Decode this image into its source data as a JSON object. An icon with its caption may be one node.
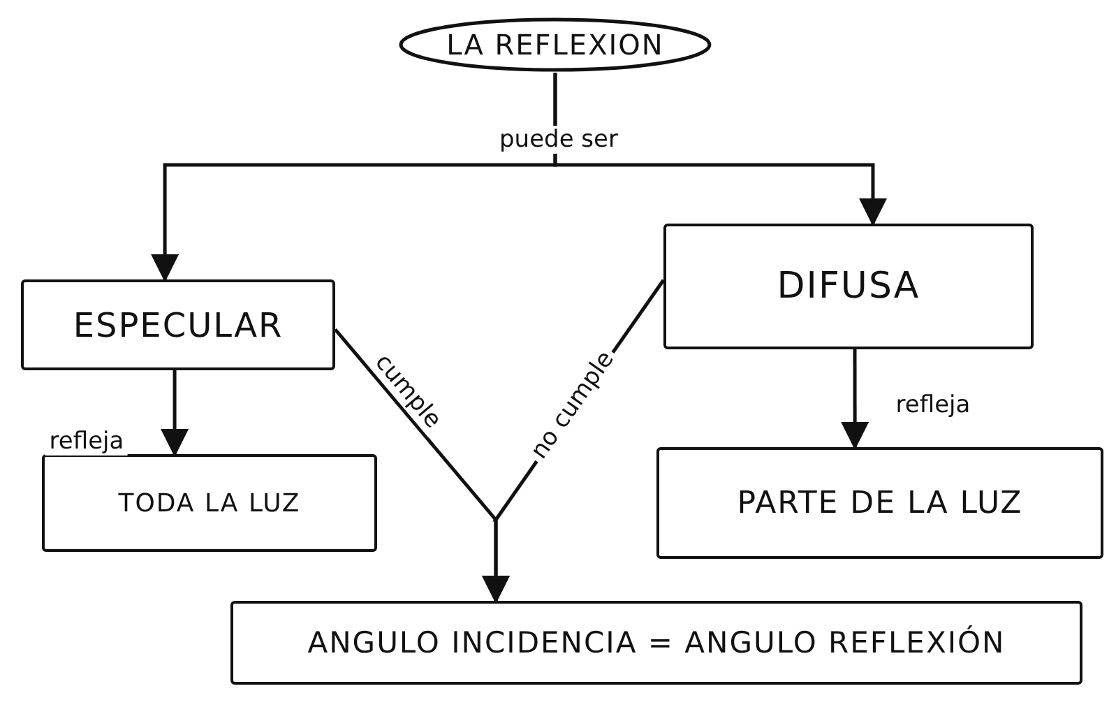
{
  "diagram": {
    "nodes": [
      {
        "text": [
          "LA REFLEXION"
        ]
      },
      {
        "text": [
          "ESPECULAR"
        ]
      },
      {
        "text": [
          "DIFUSA"
        ]
      },
      {
        "text": [
          "TODA LA LUZ"
        ]
      },
      {
        "text": [
          "PARTE DE LA LUZ"
        ]
      },
      {
        "text": [
          "ANGULO INCIDENCIA = ANGULO REFLEXIÓN"
        ]
      }
    ],
    "edges": [
      {
        "from": 0,
        "to": 1,
        "arrow": "to",
        "label": "puede ser"
      },
      {
        "from": 0,
        "to": 2,
        "arrow": "to"
      },
      {
        "from": 1,
        "to": 3,
        "arrow": "to",
        "label": "refleja"
      },
      {
        "from": 2,
        "to": 4,
        "arrow": "to",
        "label": "refleja"
      },
      {
        "from": 1,
        "to": 5,
        "arrow": "to",
        "label": "cumple"
      },
      {
        "from": 2,
        "to": 5,
        "arrow": "to",
        "label": "no cumple"
      }
    ]
  }
}
